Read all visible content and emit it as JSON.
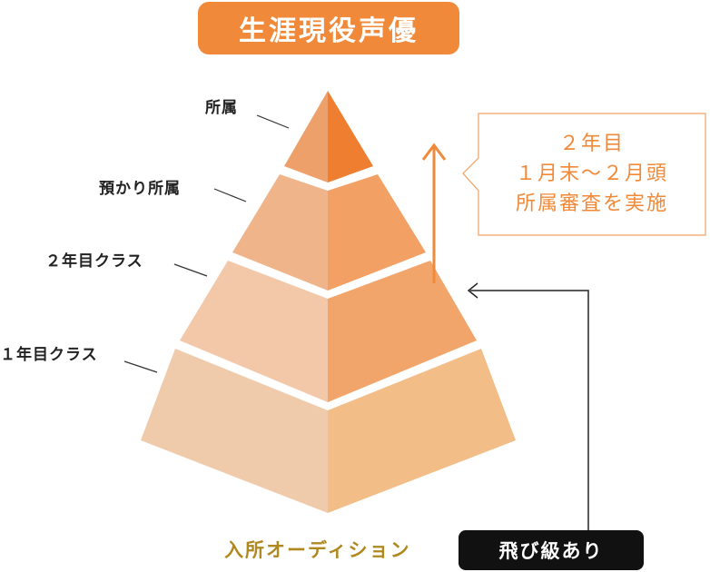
{
  "title": "生涯現役声優",
  "levels": [
    {
      "label": "所属"
    },
    {
      "label": "預かり所属"
    },
    {
      "label": "２年目クラス"
    },
    {
      "label": "１年目クラス"
    }
  ],
  "callout": {
    "line1": "２年目",
    "line2": "１月末～２月頭",
    "line3": "所属審査を実施"
  },
  "entry_label": "入所オーディション",
  "skip_label": "飛び級あり",
  "colors": {
    "accent": "#f08a3a",
    "entry_text": "#b08820",
    "skip_bg": "#111111"
  }
}
